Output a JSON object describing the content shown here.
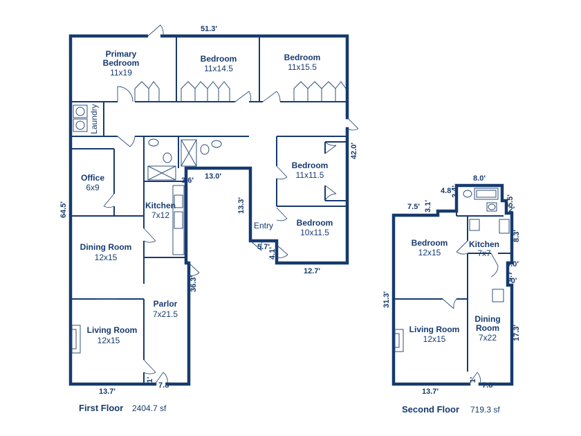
{
  "floors": {
    "first": {
      "title": "First Floor",
      "area": "2404.7 sf",
      "rooms": {
        "primary_bedroom": {
          "name_line1": "Primary",
          "name_line2": "Bedroom",
          "size": "11x19"
        },
        "bedroom_1": {
          "name": "Bedroom",
          "size": "11x14.5"
        },
        "bedroom_2": {
          "name": "Bedroom",
          "size": "11x15.5"
        },
        "bedroom_3": {
          "name": "Bedroom",
          "size": "11x11.5"
        },
        "bedroom_4": {
          "name": "Bedroom",
          "size": "10x11.5"
        },
        "laundry": {
          "name": "Laundry"
        },
        "office": {
          "name": "Office",
          "size": "6x9"
        },
        "kitchen": {
          "name": "Kitchen",
          "size": "7x12"
        },
        "dining_room": {
          "name": "Dining Room",
          "size": "12x15"
        },
        "living_room": {
          "name": "Living Room",
          "size": "12x15"
        },
        "parlor": {
          "name": "Parlor",
          "size": "7x21.5"
        },
        "entry": {
          "name": "Entry"
        }
      },
      "dimensions": {
        "top": "51.3'",
        "left": "64.5'",
        "right": "42.0'",
        "hall": "13.0'",
        "notch": "3.6'",
        "entry_side": "13.3'",
        "entry_step": "5.7'",
        "entry_small": "4.1'",
        "bedroom_bottom": "12.7'",
        "parlor_side": "36.3'",
        "bottom_left": "13.7'",
        "bottom_right": "7.8'",
        "bottom_small": "1'"
      }
    },
    "second": {
      "title": "Second Floor",
      "area": "719.3 sf",
      "rooms": {
        "bedroom": {
          "name": "Bedroom",
          "size": "12x15"
        },
        "kitchen": {
          "name": "Kitchen",
          "size": "7x7"
        },
        "living_room": {
          "name": "Living Room",
          "size": "12x15"
        },
        "dining_room": {
          "name": "Dining",
          "name_line2": "Room",
          "size": "7x22"
        }
      },
      "dimensions": {
        "top_bath": "8.0'",
        "step_a": "4.8'",
        "step_b": "2.4'",
        "step_c": "7.5'",
        "step_d": "3.1'",
        "right_a": "5.5'",
        "right_b": "2'",
        "right_c": "8.3'",
        "right_d": "0.0'",
        "right_e": "4.7'",
        "right_f": "0'",
        "right_g": "17.3'",
        "left": "31.3'",
        "bottom_left": "13.7'",
        "bottom_right": "7.8'",
        "bottom_small": "1'"
      }
    }
  },
  "colors": {
    "wall": "#163a6e",
    "text": "#163a6e",
    "fixture": "#2f4d7a",
    "background": "#ffffff"
  }
}
